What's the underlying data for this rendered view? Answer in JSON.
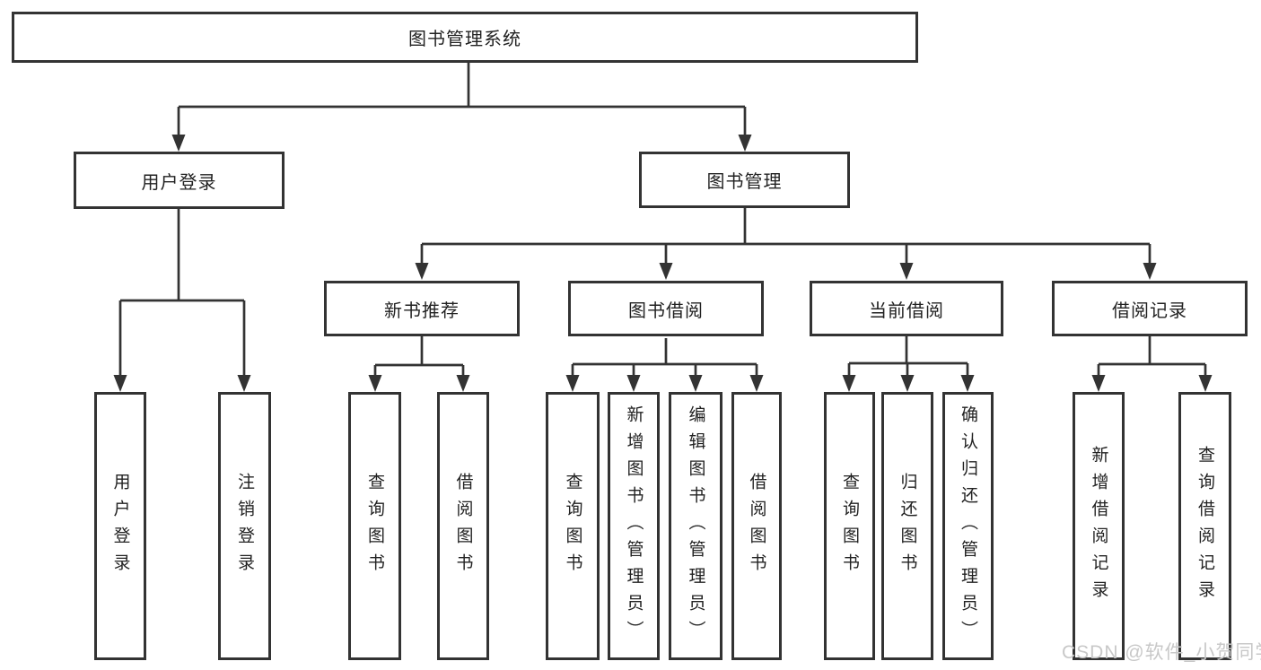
{
  "watermark": "CSDN @软件_小贺同学",
  "colors": {
    "line": "#333333",
    "box_border": "#333333",
    "text": "#222222",
    "background": "#ffffff",
    "watermark_text": "#c8c8c8"
  },
  "tree": {
    "root": {
      "label": "图书管理系统"
    },
    "children": [
      {
        "label": "用户登录",
        "children": [
          {
            "label": "用户登录"
          },
          {
            "label": "注销登录"
          }
        ]
      },
      {
        "label": "图书管理",
        "children": [
          {
            "label": "新书推荐",
            "children": [
              {
                "label": "查询图书"
              },
              {
                "label": "借阅图书"
              }
            ]
          },
          {
            "label": "图书借阅",
            "children": [
              {
                "label": "查询图书"
              },
              {
                "label": "新增图书（管理员）"
              },
              {
                "label": "编辑图书（管理员）"
              },
              {
                "label": "借阅图书"
              }
            ]
          },
          {
            "label": "当前借阅",
            "children": [
              {
                "label": "查询图书"
              },
              {
                "label": "归还图书"
              },
              {
                "label": "确认归还（管理员）"
              }
            ]
          },
          {
            "label": "借阅记录",
            "children": [
              {
                "label": "新增借阅记录"
              },
              {
                "label": "查询借阅记录"
              }
            ]
          }
        ]
      }
    ]
  }
}
